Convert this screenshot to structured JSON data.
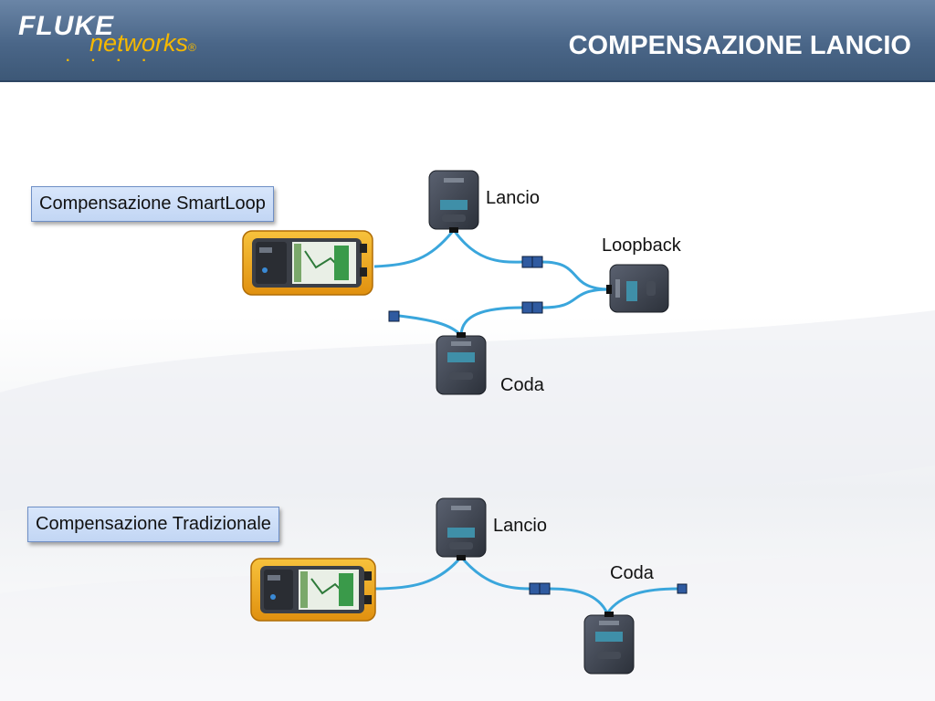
{
  "header": {
    "logo_fluke": "FLUKE",
    "logo_networks": "networks",
    "logo_registered": "®",
    "logo_dots": "· · · ·",
    "title": "COMPENSAZIONE LANCIO"
  },
  "sections": [
    {
      "heading": "Compensazione SmartLoop",
      "labels": {
        "launch": "Lancio",
        "loopback": "Loopback",
        "tail": "Coda"
      }
    },
    {
      "heading": "Compensazione Tradizionale",
      "labels": {
        "launch": "Lancio",
        "tail": "Coda"
      }
    }
  ],
  "colors": {
    "header": "#4a6688",
    "logo_accent": "#f5b800",
    "fiber": "#3aa6dc",
    "tester_case": "#f2a51a",
    "box_fill": "#c2d6f4",
    "connector": "#2f5aa0"
  }
}
